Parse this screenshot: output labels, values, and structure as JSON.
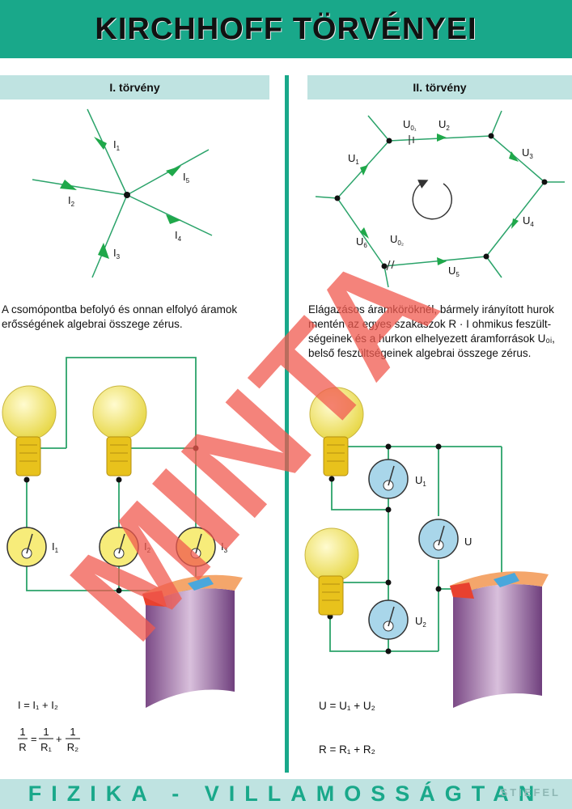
{
  "title": "KIRCHHOFF TÖRVÉNYEI",
  "left": {
    "heading": "I. törvény",
    "paragraph_line1": "A csomópontba befolyó és onnan elfolyó áramok",
    "paragraph_line2": "erősségének algebrai összege zérus.",
    "currents": [
      "I",
      "I",
      "I",
      "I",
      "I"
    ],
    "current_subs": [
      "1",
      "5",
      "2",
      "4",
      "3"
    ],
    "meter_labels": [
      "I",
      "I",
      "I"
    ],
    "meter_subs": [
      "1",
      "2",
      "3"
    ],
    "formula1": "I = I₁ + I₂",
    "formula2_lhs_num": "1",
    "formula2_lhs_den": "R",
    "formula2_r1_num": "1",
    "formula2_r1_den": "R₁",
    "formula2_r2_num": "1",
    "formula2_r2_den": "R₂"
  },
  "right": {
    "heading": "II. törvény",
    "paragraph_line1": "Elágazásos áramköröknél, bármely irányított hurok",
    "paragraph_line2": "mentén az egyes szakaszok R · I ohmikus feszült-",
    "paragraph_line3": "ségeinek és a hurkon elhelyezett áramforrások U₀ᵢ,",
    "paragraph_line4": "belső feszültségeinek algebrai összege zérus.",
    "loop_labels": [
      "U",
      "U",
      "U",
      "U",
      "U",
      "U",
      "U",
      "U"
    ],
    "loop_subs": [
      "0₁",
      "2",
      "1",
      "3",
      "4",
      "6",
      "0₂",
      "5"
    ],
    "meter_labels": [
      "U",
      "U",
      "U"
    ],
    "meter_subs": [
      "1",
      "",
      "2"
    ],
    "formula1": "U = U₁ + U₂",
    "formula2": "R = R₁ + R₂"
  },
  "watermark": "MINTA",
  "footer": "FIZIKA - VILLAMOSSÁGTAN",
  "brand": "STIEFEL",
  "colors": {
    "teal": "#19a88a",
    "light_teal": "#bfe3e1",
    "wire_green": "#2ba36a",
    "arrow_green": "#1fa84a",
    "bulb_yellow": "#f7ec7a",
    "meter_blue": "#a9d6ea",
    "watermark_red": "#f05a4f"
  }
}
